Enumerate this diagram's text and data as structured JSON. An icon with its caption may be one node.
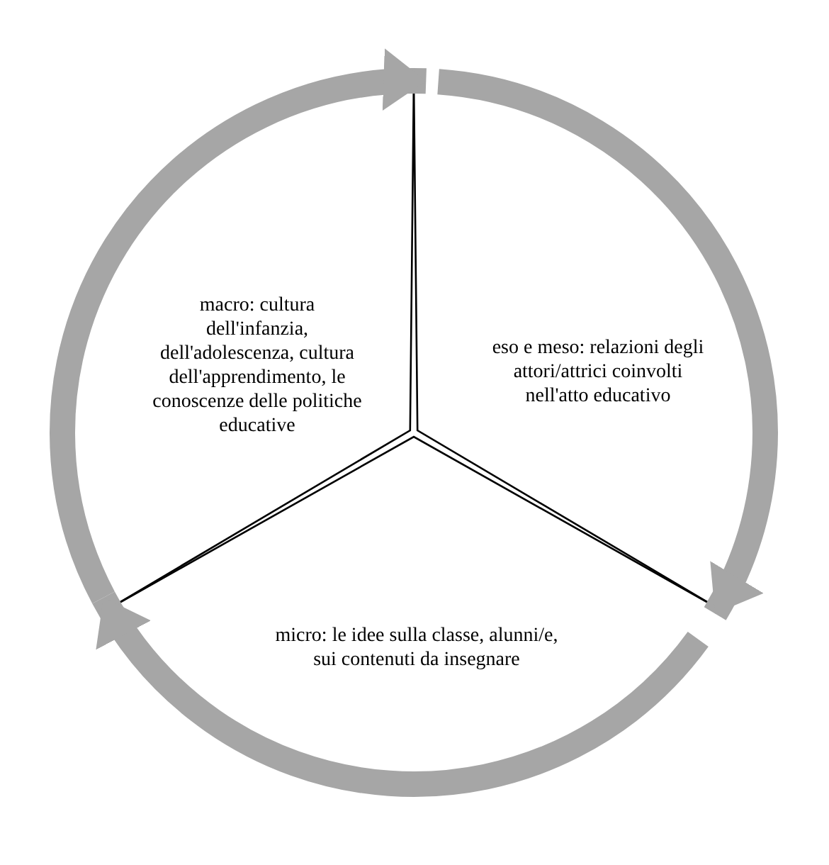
{
  "diagram": {
    "nodes": [
      {
        "text": [
          "macro: cultura dell'infanzia, dell'adolescenza, cultura dell'apprendimento, le conoscenze delle politiche educative"
        ]
      },
      {
        "text": [
          "eso e meso: relazioni degli attori/attrici coinvolti nell'atto educativo"
        ]
      },
      {
        "text": [
          "micro: le idee sulla classe, alunni/e, sui contenuti da insegnare"
        ]
      }
    ],
    "edges": [
      {
        "from": 0,
        "to": 1,
        "arrow": "to"
      },
      {
        "from": 1,
        "to": 2,
        "arrow": "to"
      },
      {
        "from": 2,
        "to": 0,
        "arrow": "to"
      }
    ]
  }
}
